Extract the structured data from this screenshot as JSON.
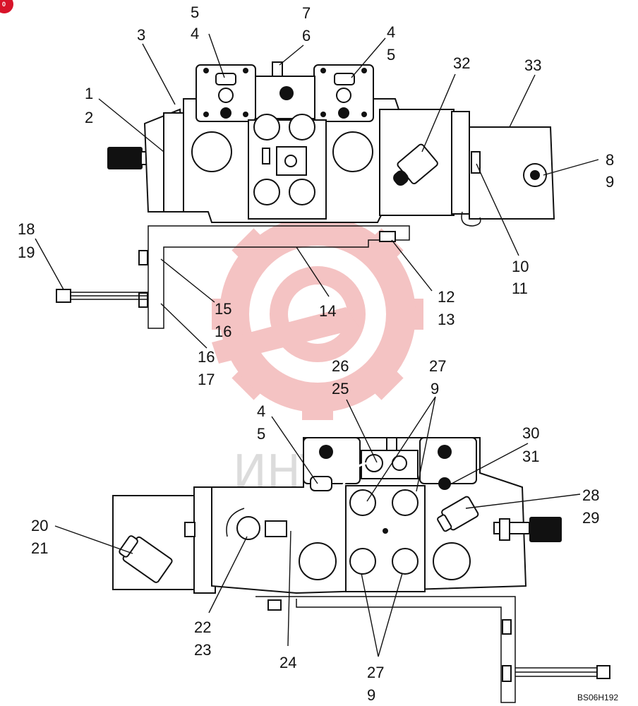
{
  "badge": {
    "text": "0"
  },
  "watermark": {
    "text": "ИНТЕХ"
  },
  "drawing_code": "BS06H192",
  "callouts": {
    "c5a": "5",
    "c7": "7",
    "c4a": "4",
    "c6": "6",
    "c4b": "4",
    "c5b": "5",
    "c3": "3",
    "c32": "32",
    "c33": "33",
    "c1": "1",
    "c2": "2",
    "c8": "8",
    "c9a": "9",
    "c18": "18",
    "c19": "19",
    "c10": "10",
    "c11": "11",
    "c15": "15",
    "c14": "14",
    "c12": "12",
    "c13": "13",
    "c16a": "16",
    "c16b": "16",
    "c17": "17",
    "c26": "26",
    "c25": "25",
    "c27a": "27",
    "c9b": "9",
    "c4c": "4",
    "c5c": "5",
    "c30": "30",
    "c31": "31",
    "c28": "28",
    "c29": "29",
    "c20": "20",
    "c21": "21",
    "c22": "22",
    "c23": "23",
    "c24": "24",
    "c27b": "27",
    "c9c": "9"
  }
}
